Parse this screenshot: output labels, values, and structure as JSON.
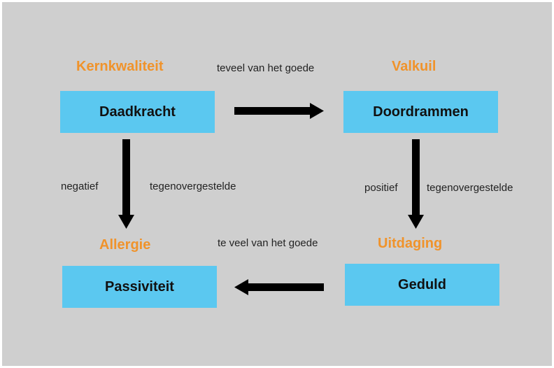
{
  "colors": {
    "background": "#cfcfcf",
    "heading": "#f0932b",
    "box_fill": "#5bc8f0",
    "arrow": "#000000"
  },
  "quadrants": {
    "top_left": {
      "heading": "Kernkwaliteit",
      "box": "Daadkracht"
    },
    "top_right": {
      "heading": "Valkuil",
      "box": "Doordrammen"
    },
    "bottom_right": {
      "heading": "Uitdaging",
      "box": "Geduld"
    },
    "bottom_left": {
      "heading": "Allergie",
      "box": "Passiviteit"
    }
  },
  "edge_labels": {
    "top": "teveel van het goede",
    "bottom": "te veel van het goede",
    "left_outer": "negatief",
    "left_inner": "tegenovergestelde",
    "right_outer": "positief",
    "right_inner": "tegenovergestelde"
  }
}
